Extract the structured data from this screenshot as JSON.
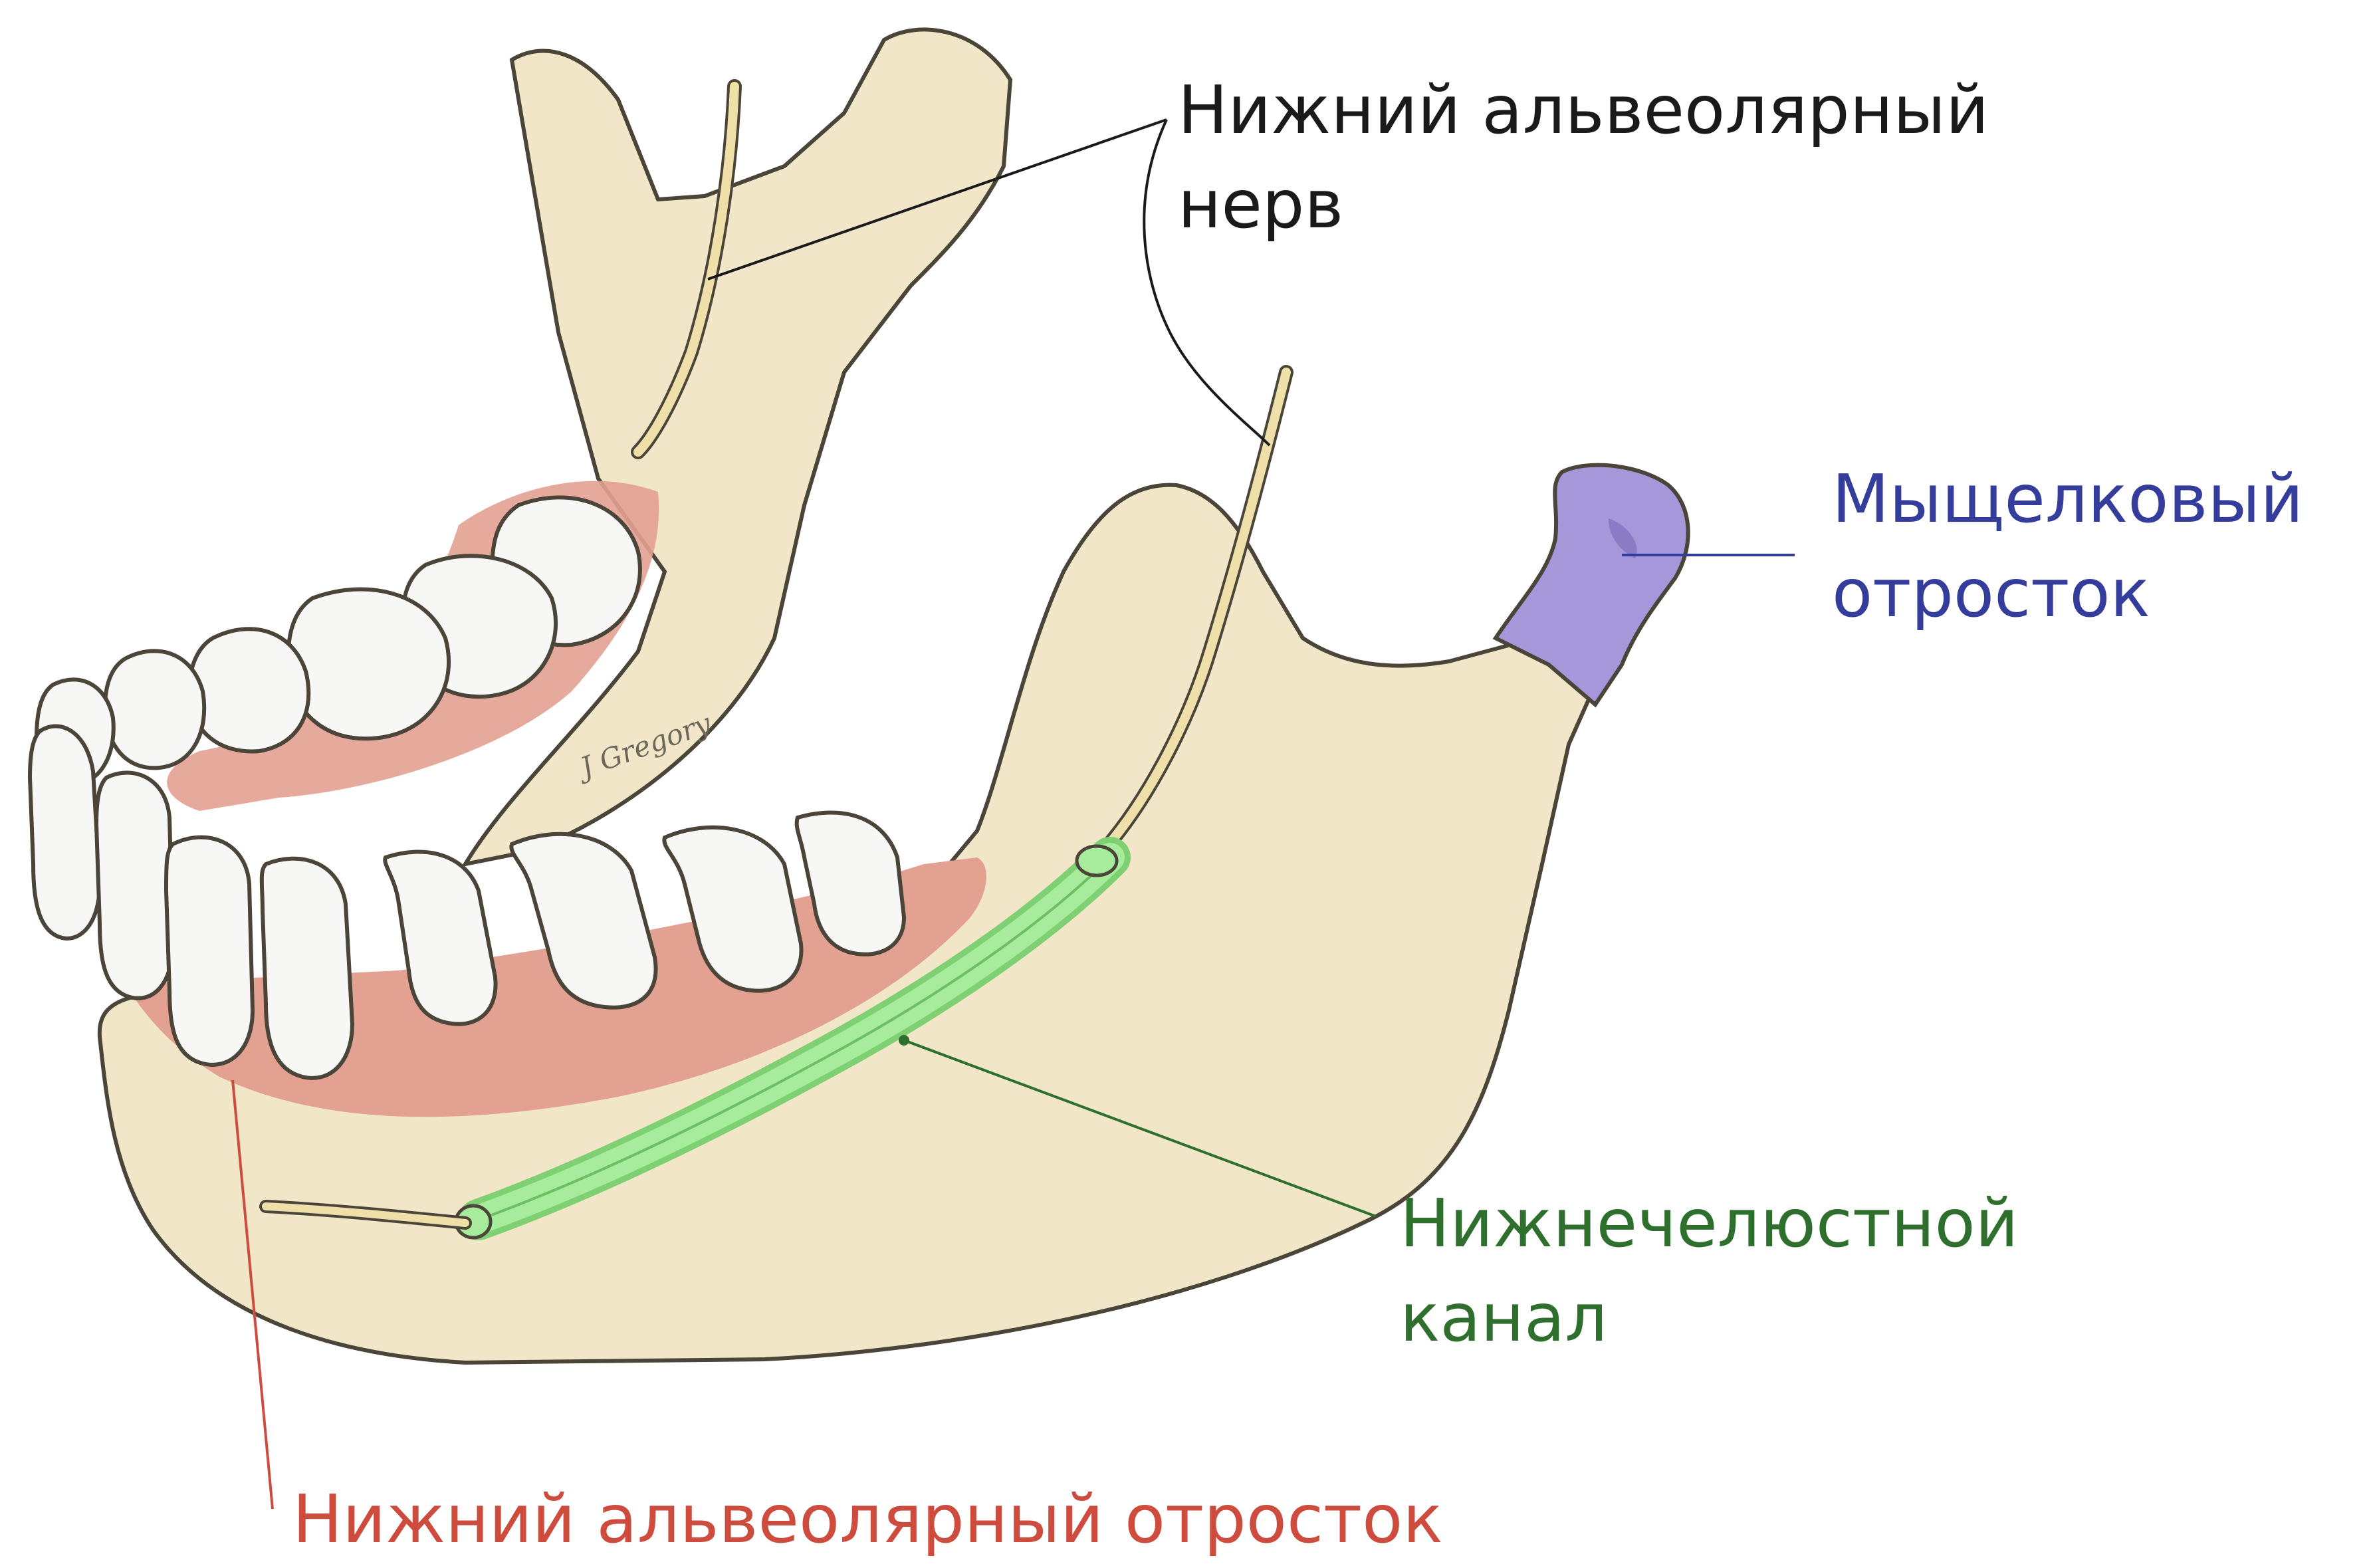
{
  "labels": {
    "nerve": {
      "line1": "Нижний альвеолярный",
      "line2": "нерв"
    },
    "condyle": {
      "line1": "Мыщелковый",
      "line2": "отросток"
    },
    "canal": {
      "line1": "Нижнечелюстной",
      "line2": "канал"
    },
    "alveolar": {
      "text": "Нижний альвеолярный отросток"
    }
  },
  "signature": "J Gregory",
  "colors": {
    "bone": "#f1e7c8",
    "gum": "#e3a192",
    "tooth": "#f7f7f5",
    "nerve": "#eee0a8",
    "canal": "#a6ec9c",
    "condyle": "#a597d9",
    "label_nerve": "#1a1a1a",
    "label_condyle": "#343c9c",
    "label_canal": "#2e6f2e",
    "label_alveolar": "#cd4c3e"
  }
}
